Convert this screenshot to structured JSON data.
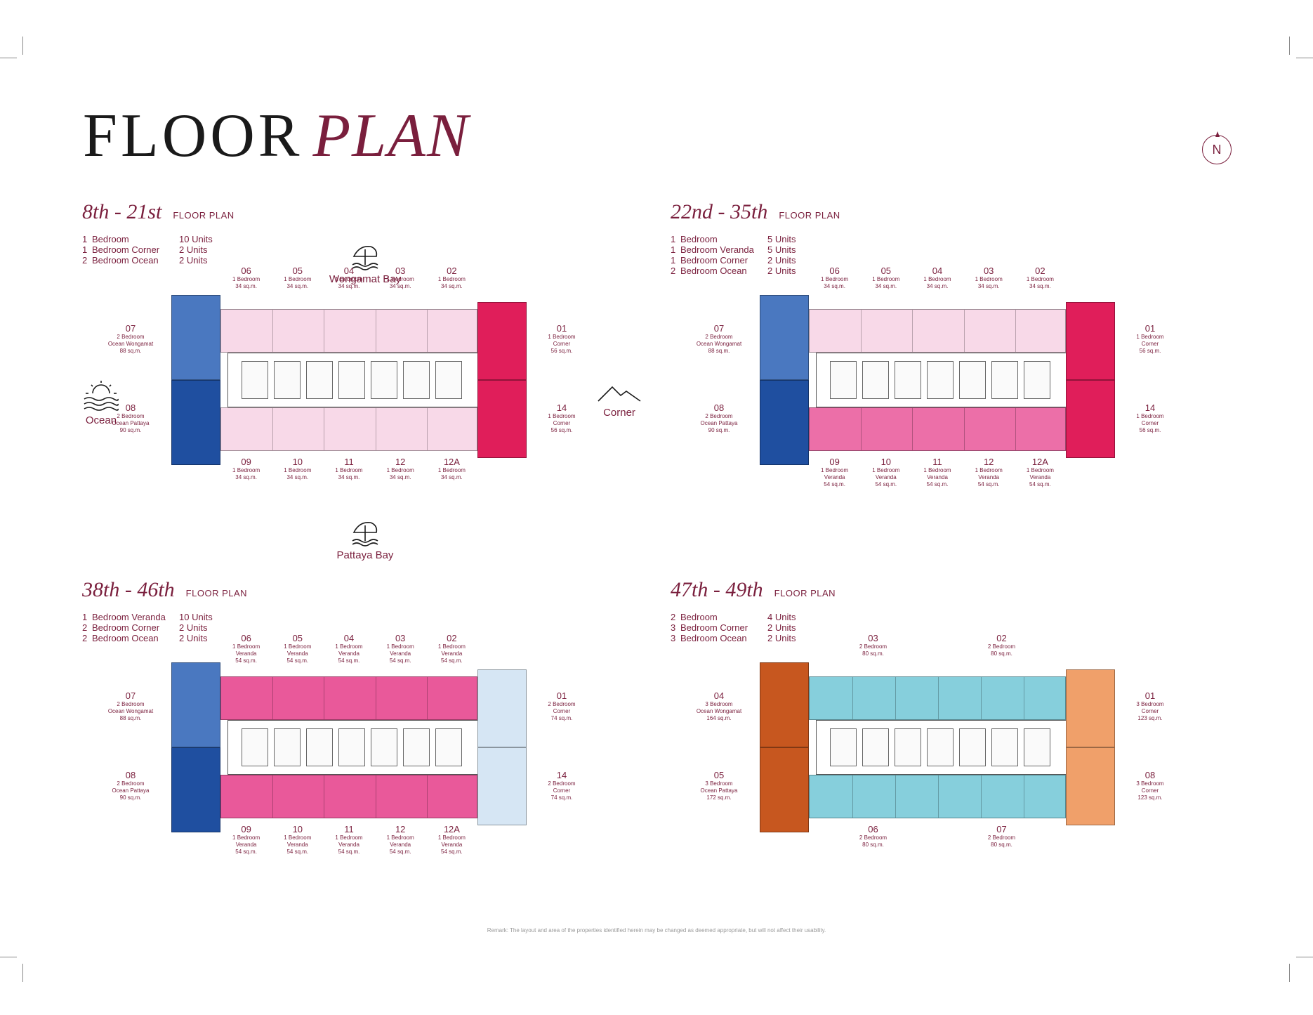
{
  "title": {
    "part1": "FLOOR",
    "part2": "PLAN"
  },
  "compass": "N",
  "colors": {
    "accent": "#7a1f3d",
    "ocean_wongamat": "#4a78c0",
    "ocean_pattaya": "#1f4fa0",
    "corner_red": "#e01e5a",
    "pale_pink": "#f8d9e8",
    "pink": "#ec6fa8",
    "hot_pink": "#e9599a",
    "light_blue": "#d6e6f4",
    "orange_dark": "#c7571f",
    "cyan": "#86cfdc",
    "orange_light": "#f0a06a"
  },
  "sections": [
    {
      "range": "8th - 21st",
      "label": "FLOOR PLAN",
      "legend": [
        {
          "n": "1",
          "type": "Bedroom",
          "units": "10 Units"
        },
        {
          "n": "1",
          "type": "Bedroom Corner",
          "units": "2  Units"
        },
        {
          "n": "2",
          "type": "Bedroom Ocean",
          "units": "2  Units"
        }
      ],
      "top_units": [
        {
          "num": "06",
          "type": "1 Bedroom",
          "area": "34 sq.m."
        },
        {
          "num": "05",
          "type": "1 Bedroom",
          "area": "34 sq.m."
        },
        {
          "num": "04",
          "type": "1 Bedroom",
          "area": "34 sq.m."
        },
        {
          "num": "03",
          "type": "1 Bedroom",
          "area": "34 sq.m."
        },
        {
          "num": "02",
          "type": "1 Bedroom",
          "area": "34 sq.m."
        }
      ],
      "bottom_units": [
        {
          "num": "09",
          "type": "1 Bedroom",
          "area": "34 sq.m."
        },
        {
          "num": "10",
          "type": "1 Bedroom",
          "area": "34 sq.m."
        },
        {
          "num": "11",
          "type": "1 Bedroom",
          "area": "34 sq.m."
        },
        {
          "num": "12",
          "type": "1 Bedroom",
          "area": "34 sq.m."
        },
        {
          "num": "12A",
          "type": "1 Bedroom",
          "area": "34 sq.m."
        }
      ],
      "left_top": {
        "num": "07",
        "type": "2 Bedroom",
        "sub": "Ocean Wongamat",
        "area": "88 sq.m."
      },
      "left_bottom": {
        "num": "08",
        "type": "2 Bedroom",
        "sub": "Ocean Pattaya",
        "area": "90 sq.m."
      },
      "right_top": {
        "num": "01",
        "type": "1 Bedroom",
        "sub": "Corner",
        "area": "56 sq.m."
      },
      "right_bottom": {
        "num": "14",
        "type": "1 Bedroom",
        "sub": "Corner",
        "area": "56 sq.m."
      },
      "views": {
        "north": "Wongamat Bay",
        "south": "Pattaya Bay",
        "west": "Ocean",
        "east": "Corner"
      }
    },
    {
      "range": "22nd - 35th",
      "label": "FLOOR PLAN",
      "legend": [
        {
          "n": "1",
          "type": "Bedroom",
          "units": "5 Units"
        },
        {
          "n": "1",
          "type": "Bedroom Veranda",
          "units": "5 Units"
        },
        {
          "n": "1",
          "type": "Bedroom Corner",
          "units": "2  Units"
        },
        {
          "n": "2",
          "type": "Bedroom Ocean",
          "units": "2  Units"
        }
      ],
      "top_units": [
        {
          "num": "06",
          "type": "1 Bedroom",
          "area": "34 sq.m."
        },
        {
          "num": "05",
          "type": "1 Bedroom",
          "area": "34 sq.m."
        },
        {
          "num": "04",
          "type": "1 Bedroom",
          "area": "34 sq.m."
        },
        {
          "num": "03",
          "type": "1 Bedroom",
          "area": "34 sq.m."
        },
        {
          "num": "02",
          "type": "1 Bedroom",
          "area": "34 sq.m."
        }
      ],
      "bottom_units": [
        {
          "num": "09",
          "type": "1 Bedroom",
          "sub": "Veranda",
          "area": "54 sq.m."
        },
        {
          "num": "10",
          "type": "1 Bedroom",
          "sub": "Veranda",
          "area": "54 sq.m."
        },
        {
          "num": "11",
          "type": "1 Bedroom",
          "sub": "Veranda",
          "area": "54 sq.m."
        },
        {
          "num": "12",
          "type": "1 Bedroom",
          "sub": "Veranda",
          "area": "54 sq.m."
        },
        {
          "num": "12A",
          "type": "1 Bedroom",
          "sub": "Veranda",
          "area": "54 sq.m."
        }
      ],
      "left_top": {
        "num": "07",
        "type": "2 Bedroom",
        "sub": "Ocean Wongamat",
        "area": "88 sq.m."
      },
      "left_bottom": {
        "num": "08",
        "type": "2 Bedroom",
        "sub": "Ocean Pattaya",
        "area": "90 sq.m."
      },
      "right_top": {
        "num": "01",
        "type": "1 Bedroom",
        "sub": "Corner",
        "area": "56 sq.m."
      },
      "right_bottom": {
        "num": "14",
        "type": "1 Bedroom",
        "sub": "Corner",
        "area": "56 sq.m."
      }
    },
    {
      "range": "38th - 46th",
      "label": "FLOOR PLAN",
      "legend": [
        {
          "n": "1",
          "type": "Bedroom Veranda",
          "units": "10 Units"
        },
        {
          "n": "2",
          "type": "Bedroom Corner",
          "units": "2  Units"
        },
        {
          "n": "2",
          "type": "Bedroom Ocean",
          "units": "2  Units"
        }
      ],
      "top_units": [
        {
          "num": "06",
          "type": "1 Bedroom",
          "sub": "Veranda",
          "area": "54 sq.m."
        },
        {
          "num": "05",
          "type": "1 Bedroom",
          "sub": "Veranda",
          "area": "54 sq.m."
        },
        {
          "num": "04",
          "type": "1 Bedroom",
          "sub": "Veranda",
          "area": "54 sq.m."
        },
        {
          "num": "03",
          "type": "1 Bedroom",
          "sub": "Veranda",
          "area": "54 sq.m."
        },
        {
          "num": "02",
          "type": "1 Bedroom",
          "sub": "Veranda",
          "area": "54 sq.m."
        }
      ],
      "bottom_units": [
        {
          "num": "09",
          "type": "1 Bedroom",
          "sub": "Veranda",
          "area": "54 sq.m."
        },
        {
          "num": "10",
          "type": "1 Bedroom",
          "sub": "Veranda",
          "area": "54 sq.m."
        },
        {
          "num": "11",
          "type": "1 Bedroom",
          "sub": "Veranda",
          "area": "54 sq.m."
        },
        {
          "num": "12",
          "type": "1 Bedroom",
          "sub": "Veranda",
          "area": "54 sq.m."
        },
        {
          "num": "12A",
          "type": "1 Bedroom",
          "sub": "Veranda",
          "area": "54 sq.m."
        }
      ],
      "left_top": {
        "num": "07",
        "type": "2 Bedroom",
        "sub": "Ocean Wongamat",
        "area": "88 sq.m."
      },
      "left_bottom": {
        "num": "08",
        "type": "2 Bedroom",
        "sub": "Ocean Pattaya",
        "area": "90 sq.m."
      },
      "right_top": {
        "num": "01",
        "type": "2 Bedroom",
        "sub": "Corner",
        "area": "74 sq.m."
      },
      "right_bottom": {
        "num": "14",
        "type": "2 Bedroom",
        "sub": "Corner",
        "area": "74 sq.m."
      }
    },
    {
      "range": "47th - 49th",
      "label": "FLOOR PLAN",
      "legend": [
        {
          "n": "2",
          "type": "Bedroom",
          "units": "4  Units"
        },
        {
          "n": "3",
          "type": "Bedroom Corner",
          "units": "2  Units"
        },
        {
          "n": "3",
          "type": "Bedroom Ocean",
          "units": "2  Units"
        }
      ],
      "top_units": [
        {
          "num": "03",
          "type": "2 Bedroom",
          "area": "80 sq.m."
        },
        {
          "num": "02",
          "type": "2 Bedroom",
          "area": "80 sq.m."
        }
      ],
      "bottom_units": [
        {
          "num": "06",
          "type": "2 Bedroom",
          "area": "80 sq.m."
        },
        {
          "num": "07",
          "type": "2 Bedroom",
          "area": "80 sq.m."
        }
      ],
      "left_top": {
        "num": "04",
        "type": "3 Bedroom",
        "sub": "Ocean Wongamat",
        "area": "164 sq.m."
      },
      "left_bottom": {
        "num": "05",
        "type": "3 Bedroom",
        "sub": "Ocean Pattaya",
        "area": "172 sq.m."
      },
      "right_top": {
        "num": "01",
        "type": "3 Bedroom",
        "sub": "Corner",
        "area": "123 sq.m."
      },
      "right_bottom": {
        "num": "08",
        "type": "3 Bedroom",
        "sub": "Corner",
        "area": "123 sq.m."
      }
    }
  ],
  "remark": "Remark: The layout and area of the properties identified herein may be changed as deemed appropriate, but will not affect their usability."
}
